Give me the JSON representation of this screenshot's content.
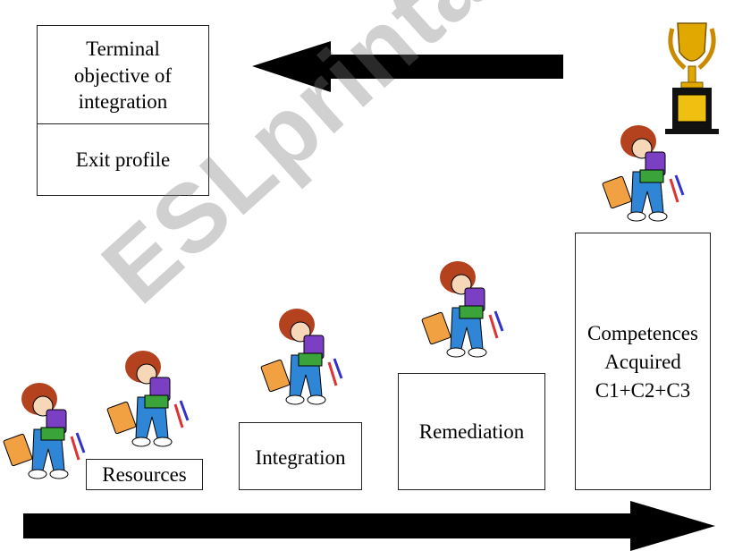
{
  "top_box": {
    "objective_lines": [
      "Terminal",
      "objective of",
      "integration"
    ],
    "exit_profile": "Exit profile"
  },
  "steps": {
    "resources": "Resources",
    "integration": "Integration",
    "remediation": "Remediation",
    "competences_lines": [
      "Competences",
      "Acquired",
      "C1+C2+C3"
    ]
  },
  "watermark": "ESLprintables.com",
  "colors": {
    "arrow": "#000000",
    "trophy_gold": "#e0a800",
    "trophy_base": "#111111"
  }
}
